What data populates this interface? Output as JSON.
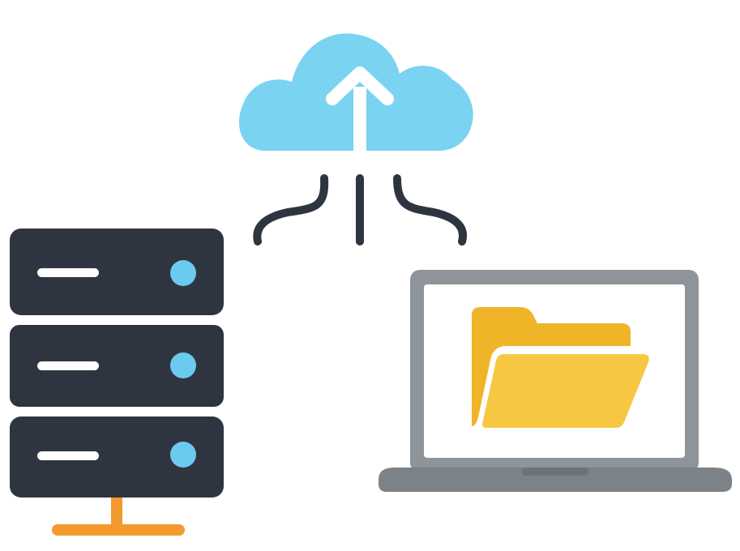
{
  "diagram": {
    "nodes": [
      {
        "id": "cloud",
        "icon": "cloud-upload-icon",
        "color": "#7AD3F0",
        "arrow_color": "#FFFFFF"
      },
      {
        "id": "server",
        "icon": "server-rack-icon",
        "color": "#2F3540",
        "accent": "#6CC9EF",
        "slot_line": "#FFFFFF",
        "base_color": "#F29A2E",
        "units": 3
      },
      {
        "id": "laptop",
        "icon": "laptop-folder-icon",
        "frame": "#8E9499",
        "screen": "#FFFFFF",
        "base": "#7B8288",
        "folder_back": "#F0B429",
        "folder_front": "#F7C744"
      }
    ],
    "connectors": {
      "color": "#2F3540",
      "count": 3
    }
  }
}
